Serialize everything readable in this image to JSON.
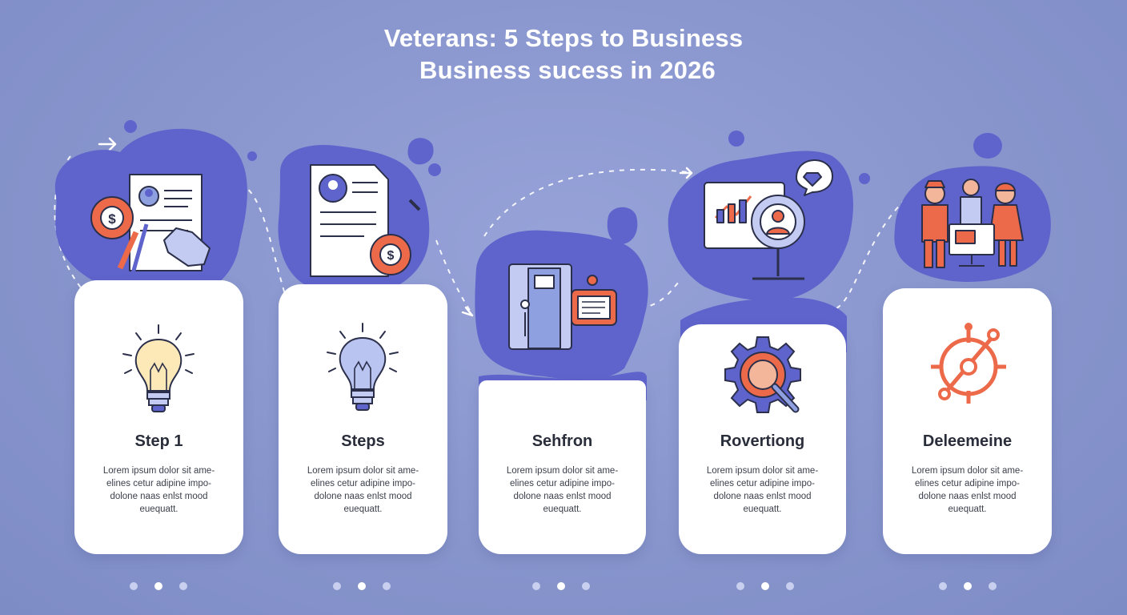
{
  "title": {
    "line1": "Veterans: 5 Steps to Business",
    "line2": "Business sucess in  2026"
  },
  "colors": {
    "background": "#8a98d0",
    "blob": "#5f64cc",
    "card": "#ffffff",
    "accent_orange": "#ec6a4a",
    "outline": "#2b2f4a"
  },
  "steps": [
    {
      "title": "Step 1",
      "body": [
        "Lorem ipsum dolor sit ame-",
        "elines cetur adipine impo-",
        "dolone naas enlst mood",
        "euequatt."
      ],
      "top_icon": "resume-gear-dollar-icon",
      "card_icon": "lightbulb-icon",
      "active_dot": 1
    },
    {
      "title": "Steps",
      "body": [
        "Lorem ipsum dolor sit ame-",
        "elines cetur adipine impo-",
        "dolone naas enlst mood",
        "euequatt."
      ],
      "top_icon": "document-wrench-dollar-icon",
      "card_icon": "lightbulb-icon",
      "active_dot": 1
    },
    {
      "title": "Sehfron",
      "body": [
        "Lorem ipsum dolor sit ame-",
        "elines cetur adipine impo-",
        "dolone naas enlst mood",
        "euequatt."
      ],
      "top_icon": "machine-document-icon",
      "card_icon": "",
      "active_dot": 1
    },
    {
      "title": "Rovertiong",
      "body": [
        "Lorem ipsum dolor sit ame-",
        "elines cetur adipine impo-",
        "dolone naas enlst mood",
        "euequatt."
      ],
      "top_icon": "monitor-chart-magnifier-icon",
      "card_icon": "gear-magnifier-icon",
      "active_dot": 1
    },
    {
      "title": "Deleemeine",
      "body": [
        "Lorem ipsum dolor sit ame-",
        "elines cetur adipine impo-",
        "dolone naas enlst mood",
        "euequatt."
      ],
      "top_icon": "team-computer-icon",
      "card_icon": "target-crosshair-icon",
      "active_dot": 1
    }
  ]
}
